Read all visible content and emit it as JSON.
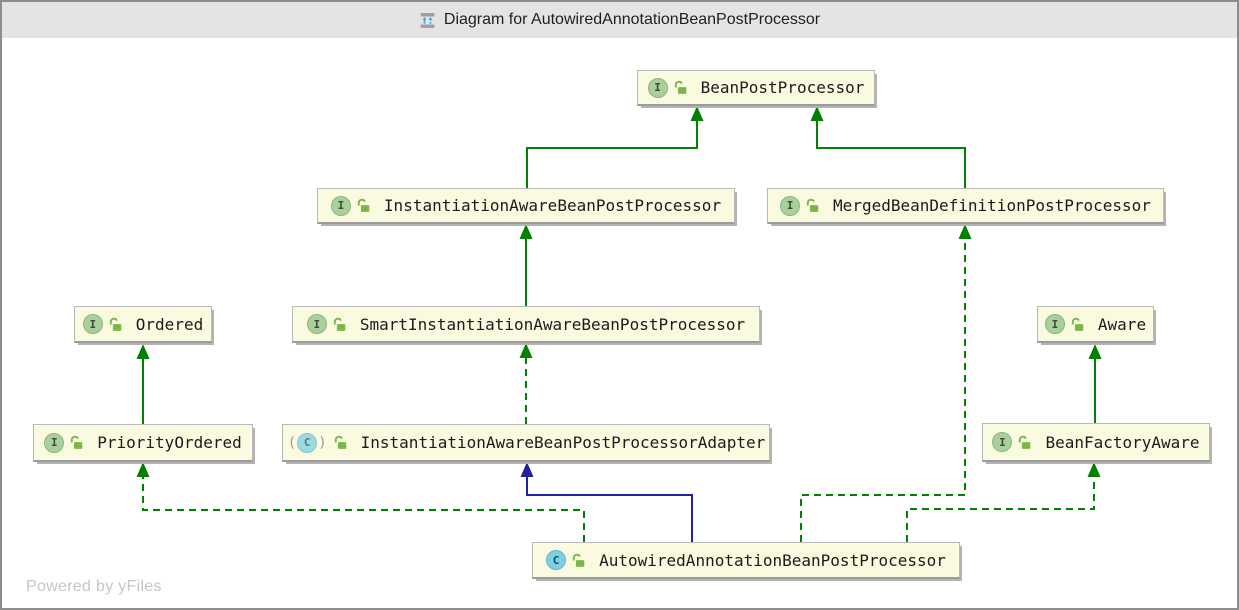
{
  "window": {
    "title": "Diagram for AutowiredAnnotationBeanPostProcessor"
  },
  "watermark": "Powered by yFiles",
  "colors": {
    "node_background": "#fafae1",
    "node_border": "#b9b9b9",
    "edge_green": "#018001",
    "edge_blue": "#21219c",
    "titlebar_background": "#e4e4e4",
    "interface_icon": "#a9cf9b",
    "class_icon": "#7ecfe2",
    "lock_icon": "#7ab648"
  },
  "nodes": [
    {
      "label": "BeanPostProcessor",
      "kind": "interface",
      "visibility": "public"
    },
    {
      "label": "InstantiationAwareBeanPostProcessor",
      "kind": "interface",
      "visibility": "public"
    },
    {
      "label": "MergedBeanDefinitionPostProcessor",
      "kind": "interface",
      "visibility": "public"
    },
    {
      "label": "Ordered",
      "kind": "interface",
      "visibility": "public"
    },
    {
      "label": "SmartInstantiationAwareBeanPostProcessor",
      "kind": "interface",
      "visibility": "public"
    },
    {
      "label": "Aware",
      "kind": "interface",
      "visibility": "public"
    },
    {
      "label": "PriorityOrdered",
      "kind": "interface",
      "visibility": "public"
    },
    {
      "label": "InstantiationAwareBeanPostProcessorAdapter",
      "kind": "abstract-class",
      "visibility": "public"
    },
    {
      "label": "BeanFactoryAware",
      "kind": "interface",
      "visibility": "public"
    },
    {
      "label": "AutowiredAnnotationBeanPostProcessor",
      "kind": "class",
      "visibility": "public"
    }
  ],
  "edges": [
    {
      "from": "InstantiationAwareBeanPostProcessor",
      "to": "BeanPostProcessor",
      "relation": "extends",
      "style": "solid-green"
    },
    {
      "from": "MergedBeanDefinitionPostProcessor",
      "to": "BeanPostProcessor",
      "relation": "extends",
      "style": "solid-green"
    },
    {
      "from": "SmartInstantiationAwareBeanPostProcessor",
      "to": "InstantiationAwareBeanPostProcessor",
      "relation": "extends",
      "style": "solid-green"
    },
    {
      "from": "PriorityOrdered",
      "to": "Ordered",
      "relation": "extends",
      "style": "solid-green"
    },
    {
      "from": "BeanFactoryAware",
      "to": "Aware",
      "relation": "extends",
      "style": "solid-green"
    },
    {
      "from": "InstantiationAwareBeanPostProcessorAdapter",
      "to": "SmartInstantiationAwareBeanPostProcessor",
      "relation": "implements",
      "style": "dashed-green"
    },
    {
      "from": "AutowiredAnnotationBeanPostProcessor",
      "to": "InstantiationAwareBeanPostProcessorAdapter",
      "relation": "extends",
      "style": "solid-blue"
    },
    {
      "from": "AutowiredAnnotationBeanPostProcessor",
      "to": "PriorityOrdered",
      "relation": "implements",
      "style": "dashed-green"
    },
    {
      "from": "AutowiredAnnotationBeanPostProcessor",
      "to": "MergedBeanDefinitionPostProcessor",
      "relation": "implements",
      "style": "dashed-green"
    },
    {
      "from": "AutowiredAnnotationBeanPostProcessor",
      "to": "BeanFactoryAware",
      "relation": "implements",
      "style": "dashed-green"
    }
  ]
}
